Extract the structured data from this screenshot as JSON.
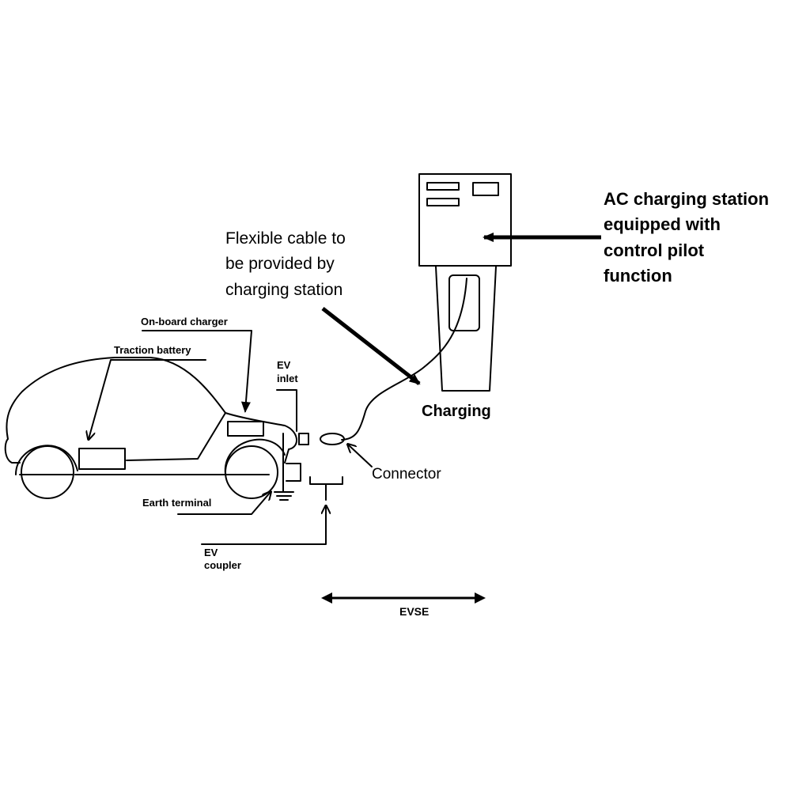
{
  "labels": {
    "station_title": [
      "AC charging station",
      "equipped with",
      "control pilot",
      "function"
    ],
    "cable_note": [
      "Flexible cable to",
      "be provided by",
      "charging station"
    ],
    "charging": "Charging",
    "on_board_charger": "On-board charger",
    "traction_battery": "Traction battery",
    "ev_inlet": [
      "EV",
      "inlet"
    ],
    "connector": "Connector",
    "earth_terminal": "Earth terminal",
    "ev_coupler": [
      "EV",
      "coupler"
    ],
    "evse": "EVSE"
  }
}
